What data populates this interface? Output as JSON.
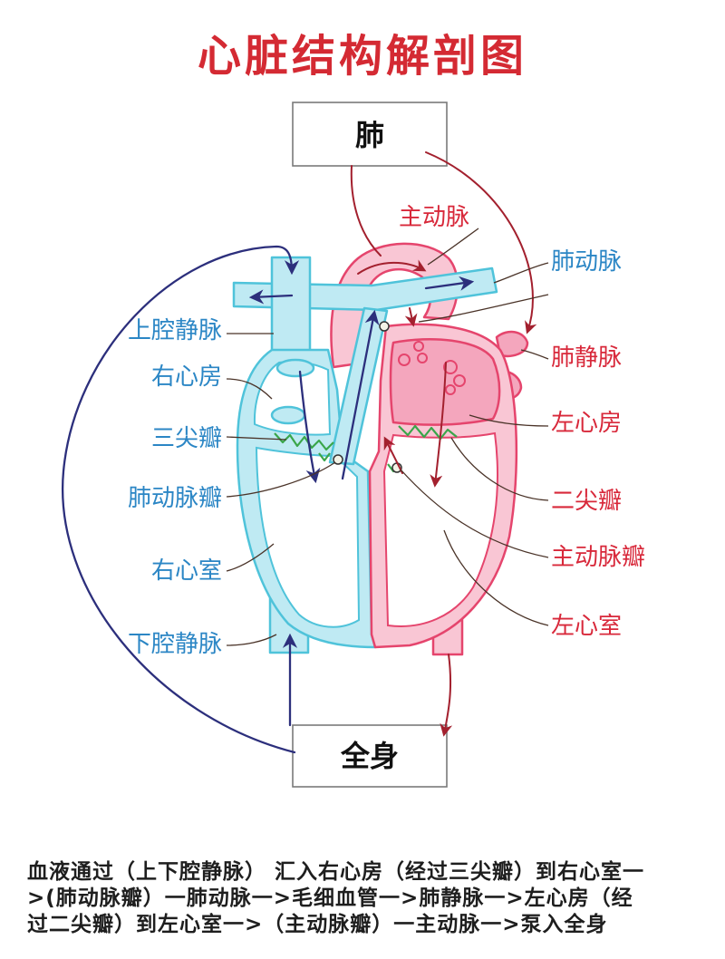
{
  "title": "心脏结构解剖图",
  "boxes": {
    "lung": "肺",
    "body": "全身"
  },
  "labels": {
    "left": [
      "上腔静脉",
      "右心房",
      "三尖瓣",
      "肺动脉瓣",
      "右心室",
      "下腔静脉"
    ],
    "right": [
      "主动脉",
      "肺动脉",
      "肺静脉",
      "左心房",
      "二尖瓣",
      "主动脉瓣",
      "左心室"
    ]
  },
  "caption_lines": [
    "血液通过（上下腔静脉） 汇入右心房（经过三尖瓣）到右心室一",
    ">(肺动脉瓣）一肺动脉一>毛细血管一>肺静脉一>左心房（经",
    "过二尖瓣）到左心室一>（主动脉瓣）一主动脉一>泵入全身"
  ],
  "colors": {
    "title": "#d42a33",
    "blue": "#2b86c5",
    "red": "#d8283a",
    "cyan_fill": "#bfeaf3",
    "cyan_stroke": "#4fc3da",
    "pink_fill": "#f9c6d4",
    "pink_deep": "#f4a6bd",
    "pink_stroke": "#e5456d",
    "navy": "#2c2f7c",
    "dred": "#a3202e",
    "green": "#3aa64a"
  }
}
